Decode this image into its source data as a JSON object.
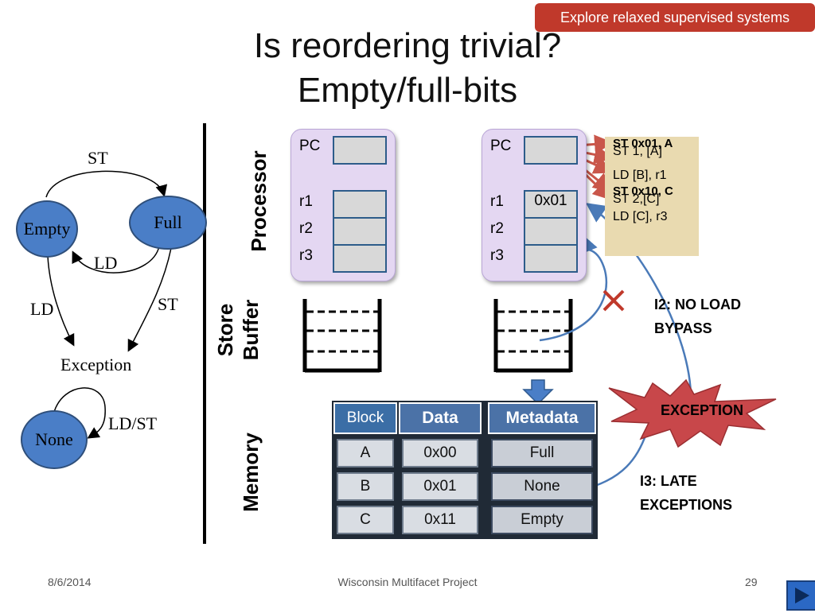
{
  "badge": "Explore  relaxed supervised systems",
  "title": {
    "line1": "Is reordering trivial?",
    "line2": "Empty/full-bits"
  },
  "state_diagram": {
    "states": {
      "empty": "Empty",
      "full": "Full",
      "exception": "Exception",
      "none": "None"
    },
    "edges": {
      "empty_full": "ST",
      "full_empty": "LD",
      "empty_exc": "LD",
      "full_exc": "ST",
      "none_self": "LD/ST"
    }
  },
  "sections": {
    "processor": "Processor",
    "store_buffer_1": "Store",
    "store_buffer_2": "Buffer",
    "memory": "Memory"
  },
  "processor_left": {
    "pc": "PC",
    "r1": "r1",
    "r2": "r2",
    "r3": "r3"
  },
  "processor_right": {
    "pc": "PC",
    "r1": "r1",
    "r2": "r2",
    "r3": "r3",
    "r1_value": "0x01"
  },
  "program": {
    "overlay1": "ST 0x01, A",
    "line1": "ST 1, [A]",
    "line2": "LD [B], r1",
    "overlay2": "ST 0x10, C",
    "line3": "ST 2,[C]",
    "line4": "LD [C], r3"
  },
  "memory_table": {
    "headers": {
      "block": "Block",
      "data": "Data",
      "metadata": "Metadata"
    },
    "rows": [
      {
        "block": "A",
        "data": "0x00",
        "meta": "Full"
      },
      {
        "block": "B",
        "data": "0x01",
        "meta": "None"
      },
      {
        "block": "C",
        "data": "0x11",
        "meta": "Empty"
      }
    ]
  },
  "annotations": {
    "i2_1": "I2: NO LOAD",
    "i2_2": "BYPASS",
    "exception": "EXCEPTION",
    "i3_1": "I3: LATE",
    "i3_2": "EXCEPTIONS"
  },
  "footer": {
    "date": "8/6/2014",
    "project": "Wisconsin Multifacet Project",
    "page": "29"
  },
  "colors": {
    "badge": "#c0392b",
    "node": "#4a7ec7",
    "processor": "#e4d7f2",
    "starburst": "#c8474a",
    "arrow": "#4a7ab8"
  }
}
